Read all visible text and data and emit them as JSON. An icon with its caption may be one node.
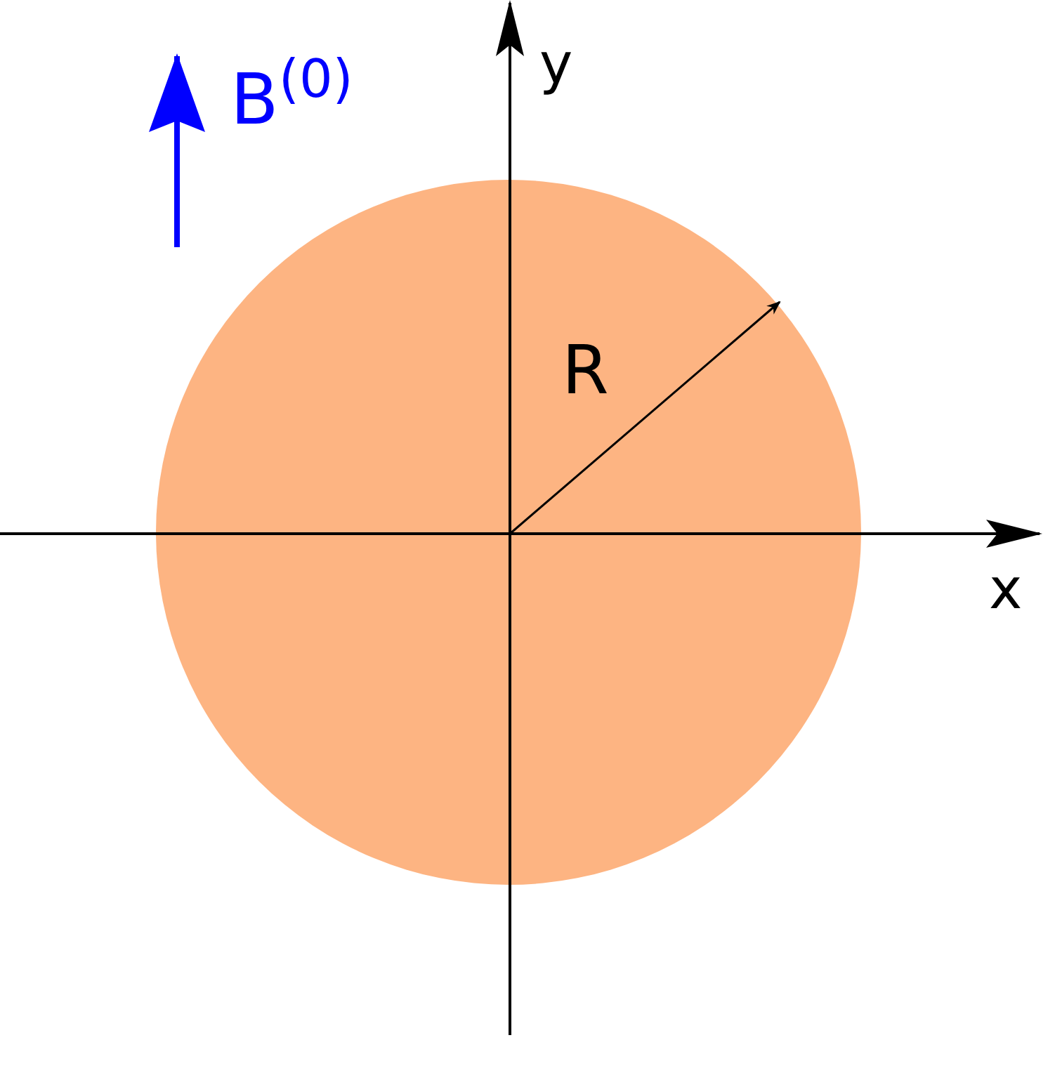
{
  "diagram": {
    "labels": [
      "B$^{(0)}$",
      "y",
      "R",
      "x"
    ]
  }
}
